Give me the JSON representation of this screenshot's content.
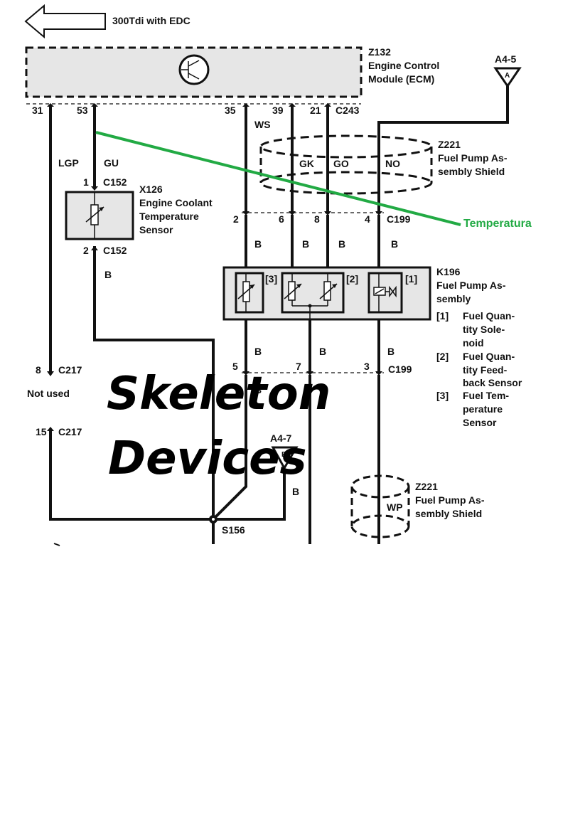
{
  "header": {
    "arrow_label": "300Tdi with EDC"
  },
  "ecm": {
    "ref": "Z132",
    "name_line1": "Engine Control",
    "name_line2": "Module (ECM)"
  },
  "ecm_pins": {
    "p31": "31",
    "p53": "53",
    "p35": "35",
    "p39": "39",
    "p21": "21",
    "connector": "C243"
  },
  "ground_a": {
    "ref": "A4-5",
    "letter": "A"
  },
  "ground_b": {
    "ref": "A4-7",
    "letter": "B"
  },
  "wire_colors": {
    "lgp": "LGP",
    "gu": "GU",
    "ws": "WS",
    "gk": "GK",
    "go": "GO",
    "no": "NO",
    "b": "B",
    "wp": "WP"
  },
  "shield_top": {
    "ref": "Z221",
    "line1": "Fuel Pump As-",
    "line2": "sembly Shield"
  },
  "shield_bottom": {
    "ref": "Z221",
    "line1": "Fuel Pump As-",
    "line2": "sembly Shield"
  },
  "sensor": {
    "ref": "X126",
    "line1": "Engine Coolant",
    "line2": "Temperature",
    "line3": "Sensor",
    "pin_top": "1",
    "pin_bottom": "2",
    "connector": "C152"
  },
  "c199_top": {
    "pins": [
      "2",
      "6",
      "8",
      "4"
    ],
    "connector": "C199"
  },
  "c199_bottom": {
    "pins": [
      "5",
      "7",
      "3"
    ],
    "connector": "C199"
  },
  "pump": {
    "ref": "K196",
    "line1": "Fuel Pump As-",
    "line2": "sembly",
    "marks": [
      "[3]",
      "[2]",
      "[1]"
    ]
  },
  "legend": [
    {
      "num": "[1]",
      "lines": [
        "Fuel Quan-",
        "tity Sole-",
        "noid"
      ]
    },
    {
      "num": "[2]",
      "lines": [
        "Fuel Quan-",
        "tity Feed-",
        "back Sensor"
      ]
    },
    {
      "num": "[3]",
      "lines": [
        "Fuel Tem-",
        "perature",
        "Sensor"
      ]
    }
  ],
  "c217": {
    "pin8": "8",
    "pin15": "15",
    "connector": "C217",
    "not_used": "Not used"
  },
  "splice": {
    "ref": "S156"
  },
  "annotation": {
    "text": "Temperatura",
    "color": "#22aa44"
  },
  "watermark": {
    "line1": "Skeleton",
    "line2": "Devices"
  }
}
